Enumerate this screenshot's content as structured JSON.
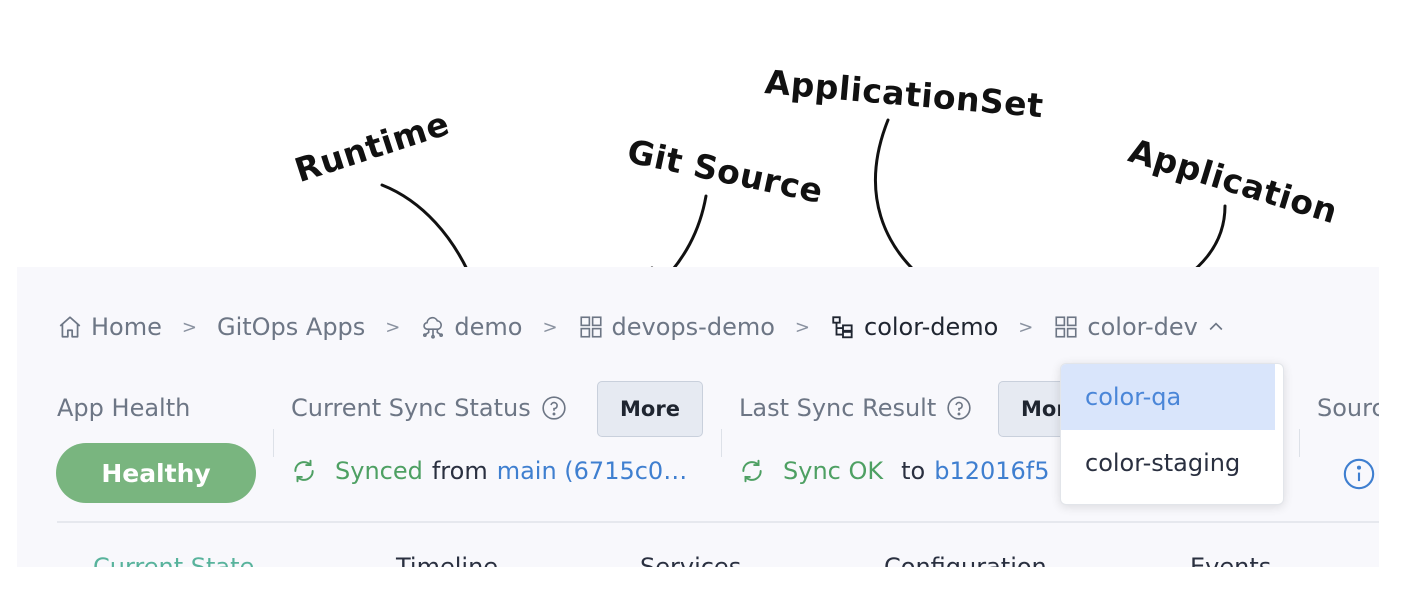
{
  "annotations": {
    "runtime": "Runtime",
    "git_source": "Git Source",
    "application_set": "ApplicationSet",
    "application": "Application"
  },
  "breadcrumb": {
    "home": "Home",
    "gitops_apps": "GitOps Apps",
    "runtime": "demo",
    "git_source": "devops-demo",
    "application_set": "color-demo",
    "application": "color-dev",
    "separator": ">"
  },
  "dropdown": {
    "options": [
      "color-qa",
      "color-staging"
    ],
    "selected": "color-qa"
  },
  "health": {
    "label": "App Health",
    "value": "Healthy"
  },
  "current_sync": {
    "label": "Current Sync Status",
    "more_label": "More",
    "status": "Synced",
    "from_text": "from",
    "branch_text": "main (6715c0…"
  },
  "last_sync": {
    "label": "Last Sync Result",
    "more_label": "More",
    "status": "Sync OK",
    "to_text": "to",
    "revision": "b12016f5"
  },
  "source": {
    "label": "Sourc"
  },
  "tabs": [
    "Current State",
    "Timeline",
    "Services",
    "Configuration",
    "Events"
  ],
  "colors": {
    "healthy_green": "#79b57f",
    "status_green": "#4ea063",
    "link_blue": "#3f7fd0",
    "active_tab": "#58b39c",
    "panel_bg": "#f8f8fc"
  },
  "icons": {
    "home": "home-icon",
    "runtime": "cloud-network-icon",
    "git_source": "grid-icon",
    "application_set": "tree-icon",
    "application": "grid-icon",
    "expand": "chevron-up-icon",
    "help": "question-circle-icon",
    "sync": "sync-icon",
    "info": "info-icon"
  }
}
